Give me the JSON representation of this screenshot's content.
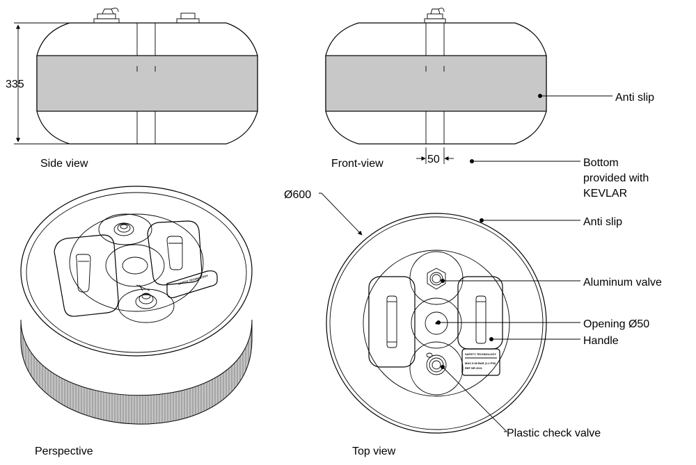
{
  "views": {
    "side": "Side view",
    "front": "Front-view",
    "perspective": "Perspective",
    "top": "Top view"
  },
  "dimensions": {
    "height": "335",
    "strap_width": "50",
    "diameter": "Ø600"
  },
  "callouts": {
    "anti_slip_front": "Anti slip",
    "bottom_line1": "Bottom",
    "bottom_line2": "provided with",
    "bottom_line3": "KEVLAR",
    "anti_slip_top": "Anti slip",
    "aluminum_valve": "Aluminum valve",
    "opening": "Opening Ø50",
    "handle": "Handle",
    "check_valve": "Plastic check valve"
  },
  "label_plate": {
    "line1": "SAFETY TECHNOLOGY",
    "line2": "MAX 0.08 BAR (1.2 PSI)",
    "line3": "REF NR 2021"
  },
  "colors": {
    "band": "#c8c8c8",
    "line": "#000000"
  }
}
